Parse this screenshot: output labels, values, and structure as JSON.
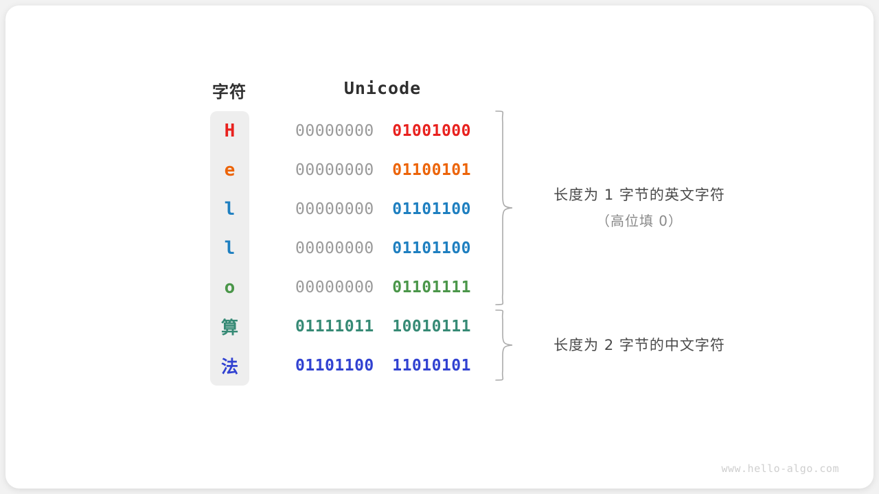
{
  "figure": {
    "background_color": "#f2f2f2",
    "card_color": "#ffffff",
    "column_block_color": "#eeeeee",
    "watermark": "www.hello-algo.com"
  },
  "headers": {
    "character": "字符",
    "unicode": "Unicode"
  },
  "rows": [
    {
      "character": "H",
      "script": "latin",
      "char_color": "#e8211e",
      "byte_high": "00000000",
      "byte_low": "01001000",
      "byte_low_color": "#e8211e",
      "byte_high_emphasized": false
    },
    {
      "character": "e",
      "script": "latin",
      "char_color": "#ec6409",
      "byte_high": "00000000",
      "byte_low": "01100101",
      "byte_low_color": "#ec6409",
      "byte_high_emphasized": false
    },
    {
      "character": "l",
      "script": "latin",
      "char_color": "#1e7fc0",
      "byte_high": "00000000",
      "byte_low": "01101100",
      "byte_low_color": "#1e7fc0",
      "byte_high_emphasized": false
    },
    {
      "character": "l",
      "script": "latin",
      "char_color": "#1e7fc0",
      "byte_high": "00000000",
      "byte_low": "01101100",
      "byte_low_color": "#1e7fc0",
      "byte_high_emphasized": false
    },
    {
      "character": "o",
      "script": "latin",
      "char_color": "#4a9649",
      "byte_high": "00000000",
      "byte_low": "01101111",
      "byte_low_color": "#4a9649",
      "byte_high_emphasized": false
    },
    {
      "character": "算",
      "script": "cjk",
      "char_color": "#368a75",
      "byte_high": "01111011",
      "byte_low": "10010111",
      "byte_low_color": "#368a75",
      "byte_high_color": "#368a75",
      "byte_high_emphasized": true
    },
    {
      "character": "法",
      "script": "cjk",
      "char_color": "#3142d1",
      "byte_high": "01101100",
      "byte_low": "11010101",
      "byte_low_color": "#3142d1",
      "byte_high_color": "#3142d1",
      "byte_high_emphasized": true
    }
  ],
  "annotations": [
    {
      "line1": "长度为 1 字节的英文字符",
      "line2": "（高位填 0）"
    },
    {
      "line1": "长度为 2 字节的中文字符",
      "line2": ""
    }
  ]
}
